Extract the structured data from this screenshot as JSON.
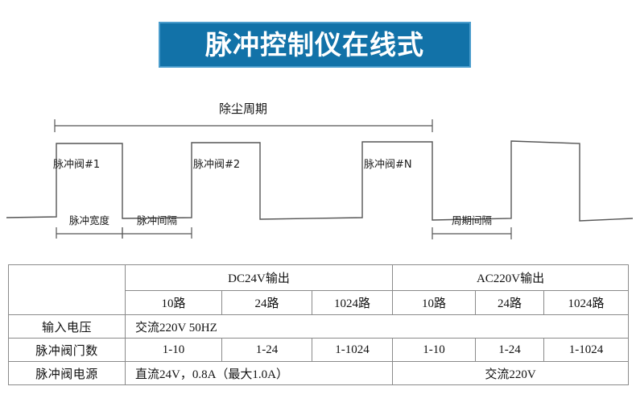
{
  "banner": {
    "title": "脉冲控制仪在线式",
    "bg_color": "#1272a8",
    "border_color": "#4a9ccc",
    "text_color": "#ffffff"
  },
  "diagram": {
    "cycle_label": "除尘周期",
    "valve_labels": [
      "脉冲阀#1",
      "脉冲阀#2",
      "脉冲阀#N"
    ],
    "pulse_width_label": "脉冲宽度",
    "pulse_interval_label": "脉冲间隔",
    "cycle_interval_label": "周期间隔",
    "line_color": "#555555"
  },
  "table": {
    "group_headers": {
      "corner": "",
      "dc": "DC24V输出",
      "ac": "AC220V输出"
    },
    "channel_headers": {
      "corner": "",
      "dc": [
        "10路",
        "24路",
        "1024路"
      ],
      "ac": [
        "10路",
        "24路",
        "1024路"
      ]
    },
    "rows": [
      {
        "label": "输入电压",
        "merged": true,
        "value": "交流220V  50HZ"
      },
      {
        "label": "脉冲阀门数",
        "merged": false,
        "values": [
          "1-10",
          "1-24",
          "1-1024",
          "1-10",
          "1-24",
          "1-1024"
        ]
      },
      {
        "label": "脉冲阀电源",
        "merged": "split",
        "dc_value": "直流24V，0.8A（最大1.0A）",
        "ac_value": "交流220V"
      }
    ]
  }
}
